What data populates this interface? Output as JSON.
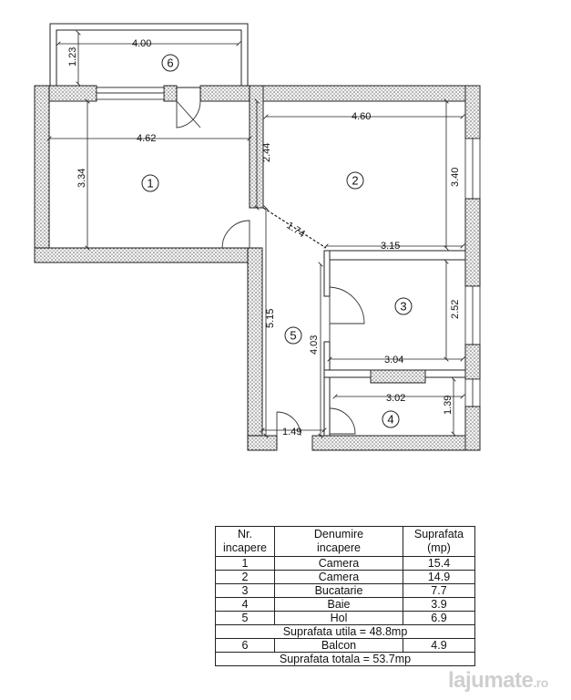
{
  "plan": {
    "rooms": [
      {
        "number": "1"
      },
      {
        "number": "2"
      },
      {
        "number": "3"
      },
      {
        "number": "4"
      },
      {
        "number": "5"
      },
      {
        "number": "6"
      }
    ],
    "dimensions": {
      "balcony_width": "4.00",
      "balcony_depth": "1.23",
      "room1_width": "4.62",
      "room1_depth": "3.34",
      "room1_side": "2.44",
      "room2_width": "4.60",
      "room2_depth": "3.40",
      "diagonal": "1.74",
      "room2_bottom": "3.15",
      "kitchen_depth": "2.52",
      "kitchen_width": "3.04",
      "hall_length": "5.15",
      "hall_inner": "4.03",
      "bath_width": "3.02",
      "bath_depth": "1.39",
      "entry_width": "1.49"
    }
  },
  "legend": {
    "header": {
      "nr": "Nr.\nincapere",
      "name": "Denumire\nincapere",
      "area": "Suprafata\n(mp)"
    },
    "rows": [
      {
        "nr": "1",
        "name": "Camera",
        "area": "15.4"
      },
      {
        "nr": "2",
        "name": "Camera",
        "area": "14.9"
      },
      {
        "nr": "3",
        "name": "Bucatarie",
        "area": "7.7"
      },
      {
        "nr": "4",
        "name": "Baie",
        "area": "3.9"
      },
      {
        "nr": "5",
        "name": "Hol",
        "area": "6.9"
      }
    ],
    "useful_total": "Suprafata utila = 48.8mp",
    "balcony_row": {
      "nr": "6",
      "name": "Balcon",
      "area": "4.9"
    },
    "grand_total": "Suprafata totala = 53.7mp"
  },
  "watermark": {
    "text": "lajumate",
    "suffix": ".ro"
  }
}
